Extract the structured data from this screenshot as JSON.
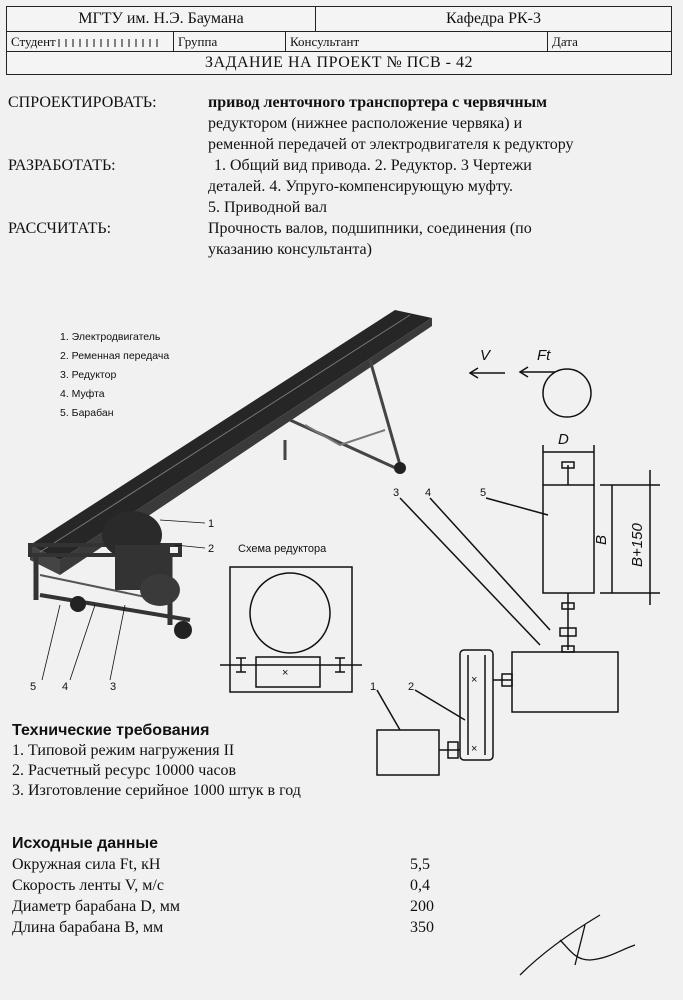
{
  "header": {
    "university": "МГТУ им. Н.Э. Баумана",
    "department": "Кафедра РК-3",
    "student_label": "Студент",
    "group_label": "Группа",
    "consultant_label": "Консультант",
    "date_label": "Дата",
    "assignment_title": "ЗАДАНИЕ НА ПРОЕКТ № ПСВ - 42"
  },
  "task": {
    "design_label": "СПРОЕКТИРОВАТЬ:",
    "design_line1": "привод ленточного транспортера с червячным",
    "design_line2": "редуктором (нижнее расположение червяка) и",
    "design_line3": "ременной передачей от электродвигателя к редуктору",
    "develop_label": "РАЗРАБОТАТЬ:",
    "develop_line1": "1. Общий вид привода. 2. Редуктор. 3 Чертежи",
    "develop_line2": "деталей. 4. Упруго-компенсирующую муфту.",
    "develop_line3": "5. Приводной вал",
    "calculate_label": "РАССЧИТАТЬ:",
    "calculate_line1": "Прочность валов, подшипники, соединения (по",
    "calculate_line2": "указанию консультанта)"
  },
  "figure": {
    "legend": [
      "1. Электродвигатель",
      "2. Ременная передача",
      "3. Редуктор",
      "4. Муфта",
      "5. Барабан"
    ],
    "reducer_scheme_title": "Схема редуктора",
    "labels": {
      "v": "V",
      "ft": "Ft",
      "d": "D",
      "b": "B",
      "b150": "B+150",
      "n1": "1",
      "n2": "2",
      "n3": "3",
      "n4": "4",
      "n5": "5",
      "x": "×"
    }
  },
  "requirements": {
    "title": "Технические требования",
    "items": [
      "1. Типовой режим нагружения II",
      "2. Расчетный ресурс 10000 часов",
      "3. Изготовление серийное 1000 штук в год"
    ]
  },
  "initial_data": {
    "title": "Исходные данные",
    "rows": [
      {
        "name": "Окружная сила Ft, кН",
        "value": "5,5"
      },
      {
        "name": "Скорость ленты V, м/с",
        "value": "0,4"
      },
      {
        "name": "Диаметр барабана D, мм",
        "value": "200"
      },
      {
        "name": "Длина барабана B, мм",
        "value": "350"
      }
    ]
  }
}
